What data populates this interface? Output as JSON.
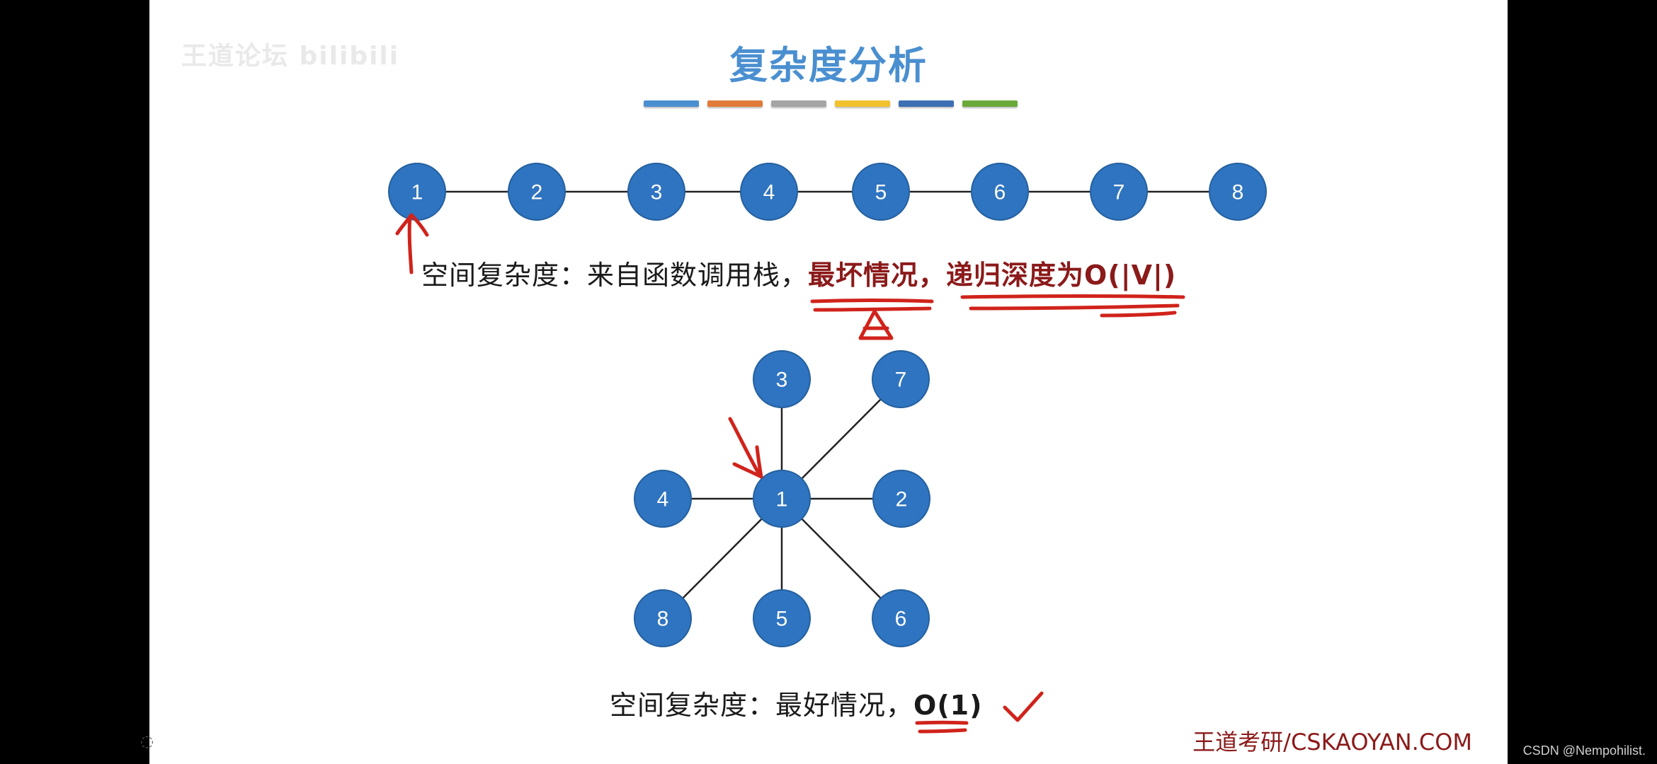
{
  "slide": {
    "watermark": "王道论坛 bilibili",
    "title": "复杂度分析",
    "color_bars": [
      "#4a8fd0",
      "#e07b39",
      "#a5a5a5",
      "#f2c12e",
      "#3c6fb4",
      "#6aaa3a"
    ],
    "footer": "王道考研/CSKAOYAN.COM",
    "credit": "CSDN @Nempohilist."
  },
  "chain_graph": {
    "nodes": [
      "1",
      "2",
      "3",
      "4",
      "5",
      "6",
      "7",
      "8"
    ],
    "edges": [
      [
        "1",
        "2"
      ],
      [
        "2",
        "3"
      ],
      [
        "3",
        "4"
      ],
      [
        "4",
        "5"
      ],
      [
        "5",
        "6"
      ],
      [
        "6",
        "7"
      ],
      [
        "7",
        "8"
      ]
    ]
  },
  "star_graph": {
    "center": "1",
    "nodes": [
      "1",
      "2",
      "3",
      "4",
      "5",
      "6",
      "7",
      "8"
    ],
    "edges": [
      [
        "1",
        "2"
      ],
      [
        "1",
        "3"
      ],
      [
        "1",
        "4"
      ],
      [
        "1",
        "5"
      ],
      [
        "1",
        "6"
      ],
      [
        "1",
        "7"
      ],
      [
        "1",
        "8"
      ]
    ]
  },
  "caption_worst": {
    "prefix": "空间复杂度：来自函数调用栈，",
    "highlight1": "最坏情况",
    "sep": "，",
    "highlight2": "递归深度为O(|V|)"
  },
  "caption_best": {
    "prefix": "空间复杂度：最好情况，",
    "value": "O(1)"
  },
  "colors": {
    "node": "#2f74c0",
    "node_border": "#24609f",
    "edge": "#222222",
    "ink": "#d0231b"
  }
}
